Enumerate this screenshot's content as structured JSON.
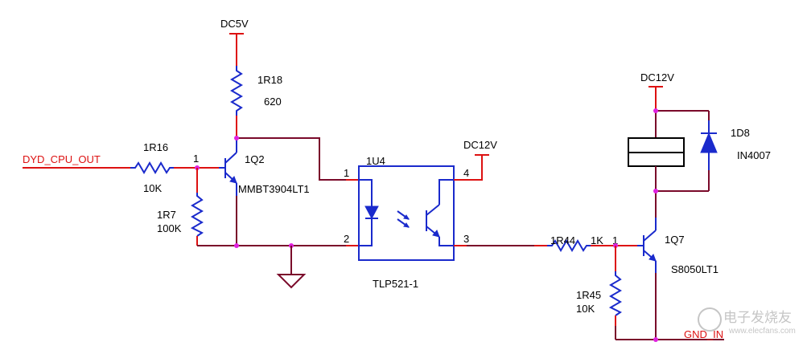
{
  "labels": {
    "dc5v": "DC5V",
    "r18_name": "1R18",
    "r18_val": "620",
    "cpu_net": "DYD_CPU_OUT",
    "r16_name": "1R16",
    "r16_val": "10K",
    "q2_pin": "1",
    "q2_name": "1Q2",
    "q2_part": "MMBT3904LT1",
    "r7_name": "1R7",
    "r7_val": "100K",
    "u4_name": "1U4",
    "u4_pin1": "1",
    "u4_pin2": "2",
    "u4_pin3": "3",
    "u4_pin4": "4",
    "u4_part": "TLP521-1",
    "dc12v_a": "DC12V",
    "dc12v_b": "DC12V",
    "r44_name": "1R44",
    "r44_val": "1K",
    "q7_pin": "1",
    "q7_name": "1Q7",
    "q7_part": "S8050LT1",
    "r45_name": "1R45",
    "r45_val": "10K",
    "d8_name": "1D8",
    "d8_part": "IN4007",
    "gnd_net": "GND_IN"
  },
  "watermark": {
    "text": "电子发烧友",
    "url": "www.elecfans.com"
  },
  "colors": {
    "wire": "#7a0a2a",
    "pin": "#d11",
    "component": "#1a2acc",
    "node": "#e020e0"
  }
}
